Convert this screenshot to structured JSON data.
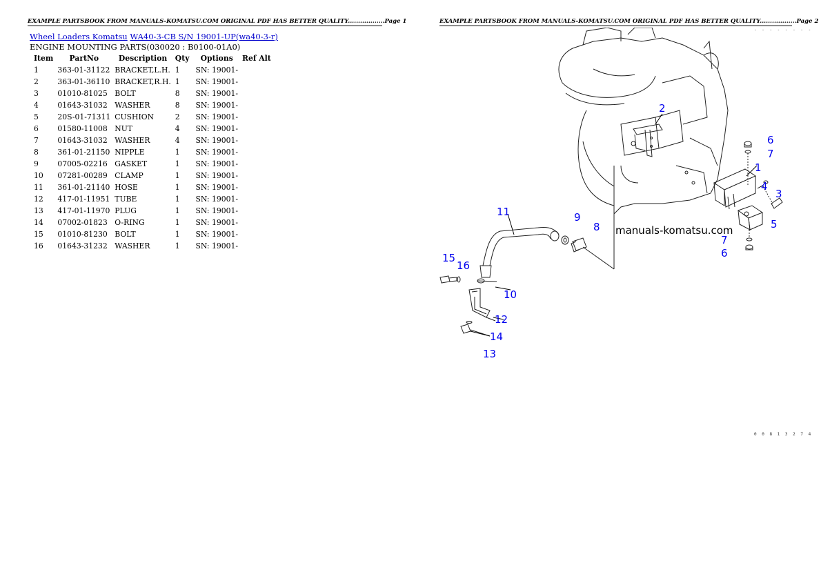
{
  "header": {
    "left": "EXAMPLE PARTSBOOK FROM MANUALS-KOMATSU.COM ORIGINAL PDF HAS BETTER QUALITY..................Page 1",
    "right": "EXAMPLE PARTSBOOK FROM MANUALS-KOMATSU.COM ORIGINAL PDF HAS BETTER QUALITY..................Page 2"
  },
  "breadcrumb": {
    "link1": "Wheel Loaders Komatsu",
    "link2": "WA40-3-CB S/N 19001-UP(wa40-3-r)"
  },
  "section_title": "ENGINE MOUNTING PARTS(030020 : B0100-01A0)",
  "table": {
    "headers": [
      "Item",
      "PartNo",
      "Description",
      "Qty",
      "Options",
      "Ref Alt"
    ],
    "rows": [
      [
        "1",
        "363-01-31122",
        "BRACKET,L.H.",
        "1",
        "SN: 19001-",
        ""
      ],
      [
        "2",
        "363-01-36110",
        "BRACKET,R.H.",
        "1",
        "SN: 19001-",
        ""
      ],
      [
        "3",
        "01010-81025",
        "BOLT",
        "8",
        "SN: 19001-",
        ""
      ],
      [
        "4",
        "01643-31032",
        "WASHER",
        "8",
        "SN: 19001-",
        ""
      ],
      [
        "5",
        "20S-01-71311",
        "CUSHION",
        "2",
        "SN: 19001-",
        ""
      ],
      [
        "6",
        "01580-11008",
        "NUT",
        "4",
        "SN: 19001-",
        ""
      ],
      [
        "7",
        "01643-31032",
        "WASHER",
        "4",
        "SN: 19001-",
        ""
      ],
      [
        "8",
        "361-01-21150",
        "NIPPLE",
        "1",
        "SN: 19001-",
        ""
      ],
      [
        "9",
        "07005-02216",
        "GASKET",
        "1",
        "SN: 19001-",
        ""
      ],
      [
        "10",
        "07281-00289",
        "CLAMP",
        "1",
        "SN: 19001-",
        ""
      ],
      [
        "11",
        "361-01-21140",
        "HOSE",
        "1",
        "SN: 19001-",
        ""
      ],
      [
        "12",
        "417-01-11951",
        "TUBE",
        "1",
        "SN: 19001-",
        ""
      ],
      [
        "13",
        "417-01-11970",
        "PLUG",
        "1",
        "SN: 19001-",
        ""
      ],
      [
        "14",
        "07002-01823",
        "O-RING",
        "1",
        "SN: 19001-",
        ""
      ],
      [
        "15",
        "01010-81230",
        "BOLT",
        "1",
        "SN: 19001-",
        ""
      ],
      [
        "16",
        "01643-31232",
        "WASHER",
        "1",
        "SN: 19001-",
        ""
      ]
    ]
  },
  "diagram": {
    "watermark": "manuals-komatsu.com",
    "code_top": "- - - - - - - -",
    "code_bottom": "0 0 8 1 3 2 7 4",
    "callouts": [
      "1",
      "2",
      "3",
      "4",
      "5",
      "6",
      "7",
      "8",
      "9",
      "10",
      "11",
      "12",
      "13",
      "14",
      "15",
      "16",
      "7",
      "6"
    ],
    "callout_color": "#0000ee"
  }
}
